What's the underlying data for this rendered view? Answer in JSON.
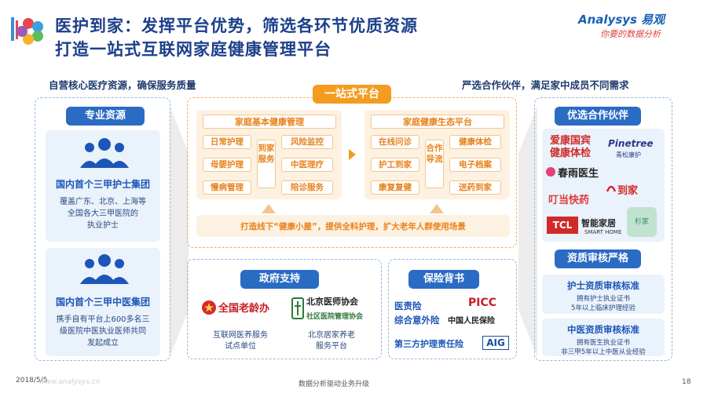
{
  "header": {
    "title_line1": "医护到家：发挥平台优势，筛选各环节优质资源",
    "title_line2": "打造一站式互联网家庭健康管理平台",
    "brand_main": "Analysys 易观",
    "brand_slogan": "你要的数据分析"
  },
  "left_caption": "自营核心医疗资源，确保服务质量",
  "right_caption": "严选合作伙伴，满足家中成员不同需求",
  "left_panel": {
    "label": "专业资源",
    "card1_title": "国内首个三甲护士集团",
    "card1_desc": [
      "覆盖广东、北京、上海等",
      "全国各大三甲医院的",
      "执业护士"
    ],
    "card2_title": "国内首个三甲中医集团",
    "card2_desc": [
      "携手自有平台上600多名三",
      "级医院中医执业医师共同",
      "发起成立"
    ]
  },
  "center": {
    "platform_label": "一站式平台",
    "basic_title": "家庭基本健康管理",
    "basic_left": [
      "日常护理",
      "母婴护理",
      "慢病管理"
    ],
    "basic_mid": "到家服务",
    "basic_right": [
      "风险监控",
      "中医理疗",
      "陪诊服务"
    ],
    "eco_title": "家庭健康生态平台",
    "eco_left": [
      "在线问诊",
      "护工到家",
      "康复复健"
    ],
    "eco_mid": "合作导流",
    "eco_right": [
      "健康体检",
      "电子档案",
      "送药到家"
    ],
    "banner": "打造线下“健康小屋”，提供全科护理，扩大老年人群使用场景"
  },
  "gov": {
    "label": "政府支持",
    "logo1": "全国老龄办",
    "logo1_desc": [
      "互联网医养服务",
      "试点单位"
    ],
    "logo2": "北京医师协会",
    "logo2_sub": "社区医院管理协会",
    "logo2_desc": [
      "北京居家养老",
      "服务平台"
    ]
  },
  "ins": {
    "label": "保险背书",
    "line1": "医责险",
    "line2": "综合意外险",
    "line3": "第三方护理责任险",
    "picc": "PICC",
    "picc_sub": "中国人民保险",
    "aig": "AIG"
  },
  "right_panel": {
    "label": "优选合作伙伴",
    "partners": [
      "爱康国宾",
      "健康体检",
      "Pinetree",
      "青松康护",
      "春雨医生",
      "叮当快药",
      "到家",
      "TCL",
      "智能家居",
      "SMART HOME",
      "杉家"
    ],
    "review_label": "资质审核严格",
    "nurse_title": "护士资质审核标准",
    "nurse_desc": [
      "拥有护士执业证书",
      "5年以上临床护理经验"
    ],
    "tcm_title": "中医资质审核标准",
    "tcm_desc": [
      "拥有医生执业证书",
      "非三甲5年以上中医从业经验"
    ]
  },
  "footer": {
    "date": "2018/5/5",
    "center": "数据分析驱动业务升级",
    "page": "18",
    "watermark": "www.analysys.cn"
  },
  "colors": {
    "blue": "#2a6bc4",
    "orange": "#f39c1f",
    "navy": "#1c3f8a"
  }
}
